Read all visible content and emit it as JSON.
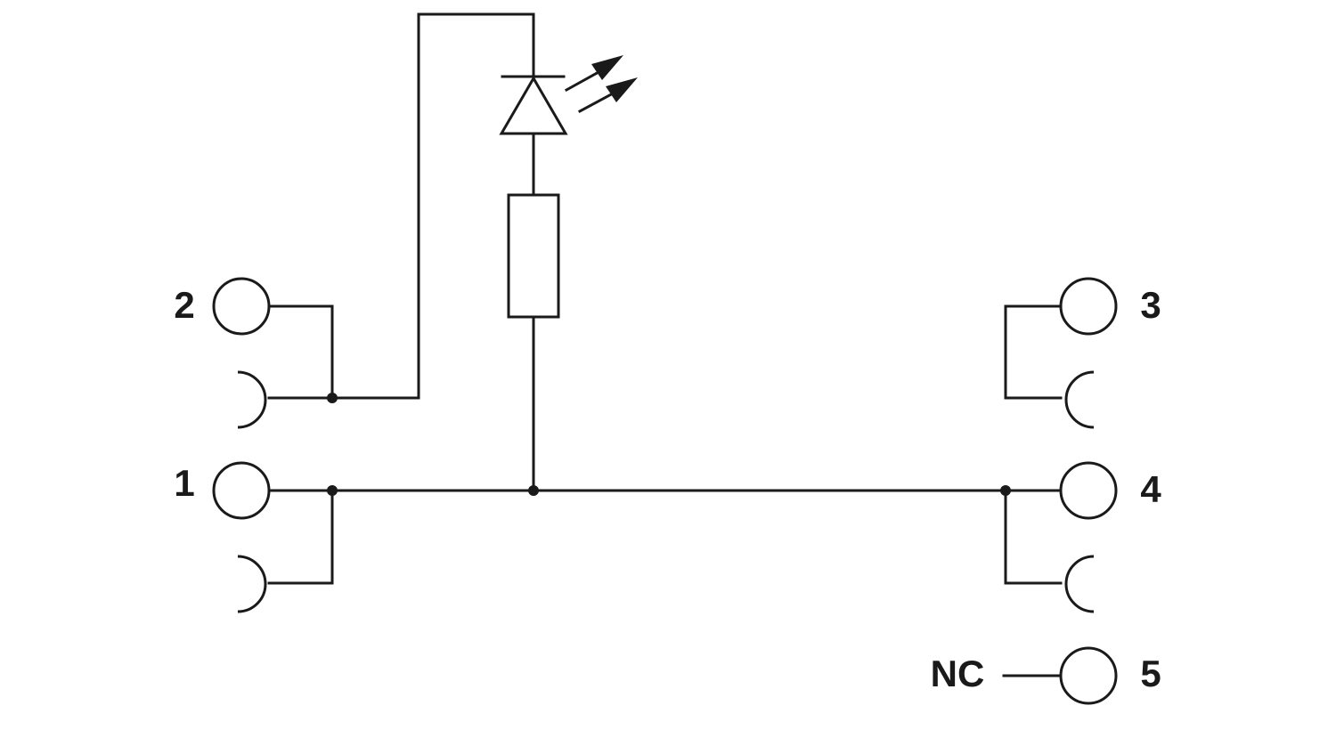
{
  "diagram": {
    "terminals": {
      "t1": "1",
      "t2": "2",
      "t3": "3",
      "t4": "4",
      "t5": "5"
    },
    "nc_label": "NC",
    "components": {
      "led": "led-icon",
      "resistor": "resistor-icon",
      "plug_socket": "socket-arc-icon"
    },
    "colors": {
      "line": "#1a1a1a",
      "background": "#ffffff"
    }
  }
}
